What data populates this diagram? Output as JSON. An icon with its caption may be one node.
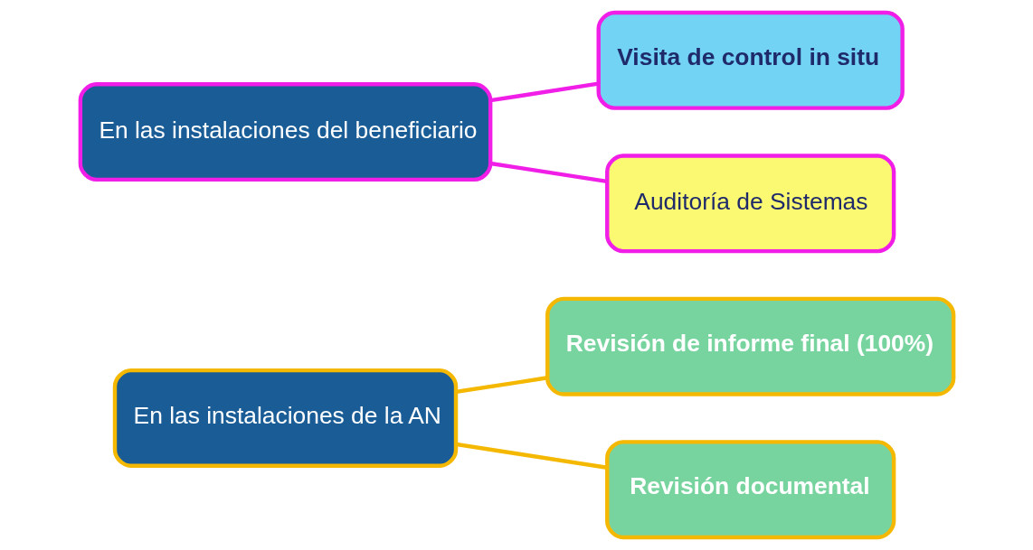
{
  "diagram": {
    "nodes": [
      {
        "text": [
          "En las instalaciones de la AN"
        ]
      },
      {
        "text": [
          "Revisión de informe final (100%)"
        ]
      },
      {
        "text": [
          "Revisión documental"
        ]
      },
      {
        "text": [
          "En las instalaciones del beneficiario"
        ]
      },
      {
        "text": [
          "Visita de control in situ"
        ]
      },
      {
        "text": [
          "Auditoría de Sistemas"
        ]
      }
    ],
    "edges": [
      {
        "from": 0,
        "to": 1,
        "arrow": "none",
        "color": "#f5b800"
      },
      {
        "from": 0,
        "to": 2,
        "arrow": "none",
        "color": "#f5b800"
      },
      {
        "from": 3,
        "to": 4,
        "arrow": "none",
        "color": "#f01ee6"
      },
      {
        "from": 3,
        "to": 5,
        "arrow": "none",
        "color": "#f01ee6"
      }
    ]
  }
}
